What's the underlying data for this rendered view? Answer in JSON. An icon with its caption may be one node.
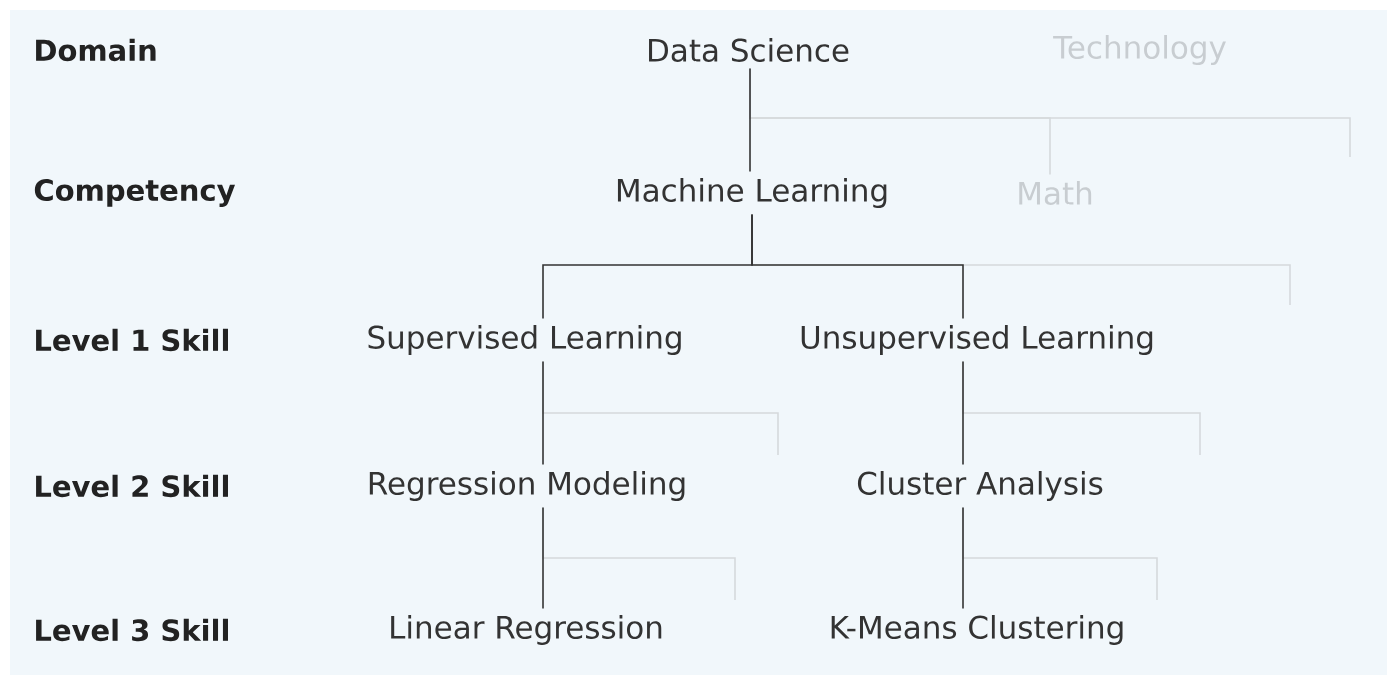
{
  "diagram": {
    "nodes": [
      {
        "text": [
          "Data Science"
        ]
      },
      {
        "text": [
          "Technology"
        ]
      },
      {
        "text": [
          "Machine Learning"
        ]
      },
      {
        "text": [
          "Math"
        ]
      },
      {
        "text": [
          "Supervised Learning"
        ]
      },
      {
        "text": [
          "Unsupervised Learning"
        ]
      },
      {
        "text": [
          "Regression Modeling"
        ]
      },
      {
        "text": [
          "Cluster Analysis"
        ]
      },
      {
        "text": [
          "Linear Regression"
        ]
      },
      {
        "text": [
          "K-Means Clustering"
        ]
      }
    ],
    "edges": [
      {
        "from": 0,
        "to": 2,
        "arrow": "none"
      },
      {
        "from": 0,
        "to": 3,
        "arrow": "none",
        "color": "#d5d9dc"
      },
      {
        "from": 0,
        "to": null,
        "arrow": "none",
        "color": "#d5d9dc"
      },
      {
        "from": 2,
        "to": 4,
        "arrow": "none"
      },
      {
        "from": 2,
        "to": 5,
        "arrow": "none"
      },
      {
        "from": 2,
        "to": null,
        "arrow": "none",
        "color": "#d5d9dc"
      },
      {
        "from": 4,
        "to": 6,
        "arrow": "none"
      },
      {
        "from": 4,
        "to": null,
        "arrow": "none",
        "color": "#d5d9dc"
      },
      {
        "from": 5,
        "to": 7,
        "arrow": "none"
      },
      {
        "from": 5,
        "to": null,
        "arrow": "none",
        "color": "#d5d9dc"
      },
      {
        "from": 6,
        "to": 8,
        "arrow": "none"
      },
      {
        "from": 6,
        "to": null,
        "arrow": "none",
        "color": "#d5d9dc"
      },
      {
        "from": 7,
        "to": 9,
        "arrow": "none"
      },
      {
        "from": 7,
        "to": null,
        "arrow": "none",
        "color": "#d5d9dc"
      }
    ],
    "labels": [
      "Domain",
      "Competency",
      "Level 1 Skill",
      "Level 2 Skill",
      "Level 3 Skill"
    ]
  }
}
